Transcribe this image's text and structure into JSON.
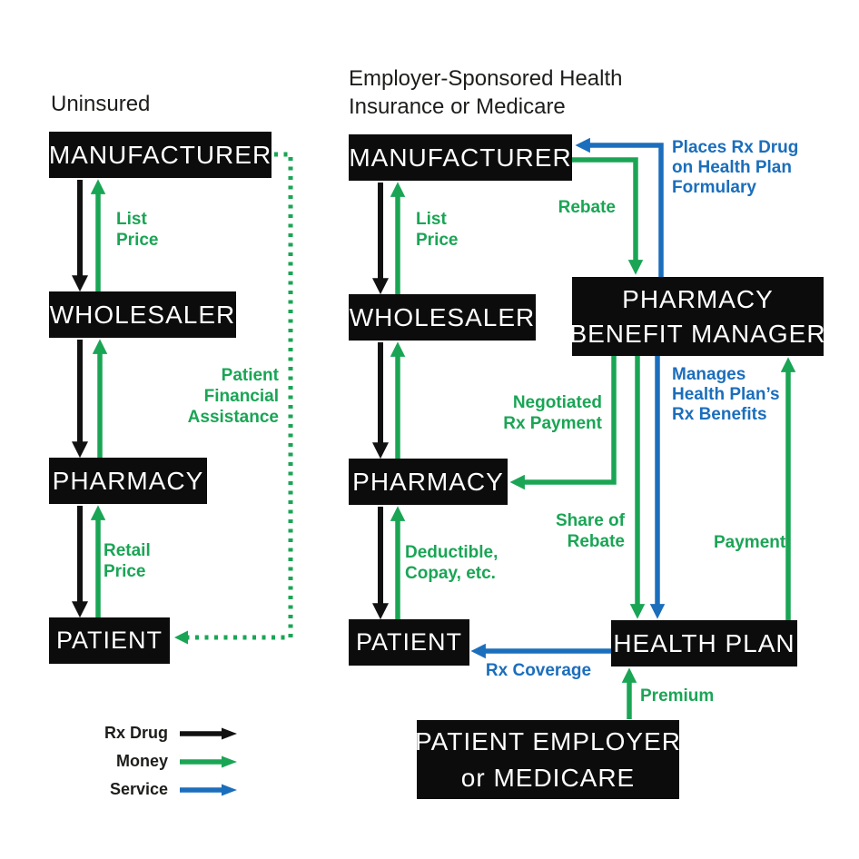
{
  "colors": {
    "rx_drug_black": "#111111",
    "money_green": "#1aa555",
    "service_blue": "#1b6ebc",
    "box_background": "#0c0c0c",
    "box_text": "#ffffff",
    "title_text": "#1d1d1b"
  },
  "left_diagram": {
    "title": "Uninsured",
    "boxes": {
      "manufacturer": "MANUFACTURER",
      "wholesaler": "WHOLESALER",
      "pharmacy": "PHARMACY",
      "patient": "PATIENT"
    },
    "labels": {
      "list_price": [
        "List",
        "Price"
      ],
      "retail_price": [
        "Retail",
        "Price"
      ],
      "patient_financial_assistance": [
        "Patient",
        "Financial",
        "Assistance"
      ]
    }
  },
  "right_diagram": {
    "title": [
      "Employer-Sponsored Health",
      "Insurance or Medicare"
    ],
    "boxes": {
      "manufacturer": "MANUFACTURER",
      "wholesaler": "WHOLESALER",
      "pharmacy": "PHARMACY",
      "patient": "PATIENT",
      "pbm": [
        "PHARMACY",
        "BENEFIT MANAGER"
      ],
      "health_plan": "HEALTH PLAN",
      "payer": [
        "PATIENT EMPLOYER",
        "or MEDICARE"
      ]
    },
    "labels": {
      "list_price": [
        "List",
        "Price"
      ],
      "rebate": "Rebate",
      "places_rx": [
        "Places Rx Drug",
        "on Health Plan",
        "Formulary"
      ],
      "negotiated": [
        "Negotiated",
        "Rx Payment"
      ],
      "manages": [
        "Manages",
        "Health Plan’s",
        "Rx Benefits"
      ],
      "deductible": [
        "Deductible,",
        "Copay, etc."
      ],
      "share_of_rebate": [
        "Share of",
        "Rebate"
      ],
      "payment": "Payment",
      "rx_coverage": "Rx Coverage",
      "premium": "Premium"
    }
  },
  "legend": {
    "items": [
      {
        "label": "Rx Drug",
        "color": "#111111"
      },
      {
        "label": "Money",
        "color": "#1aa555"
      },
      {
        "label": "Service",
        "color": "#1b6ebc"
      }
    ]
  }
}
